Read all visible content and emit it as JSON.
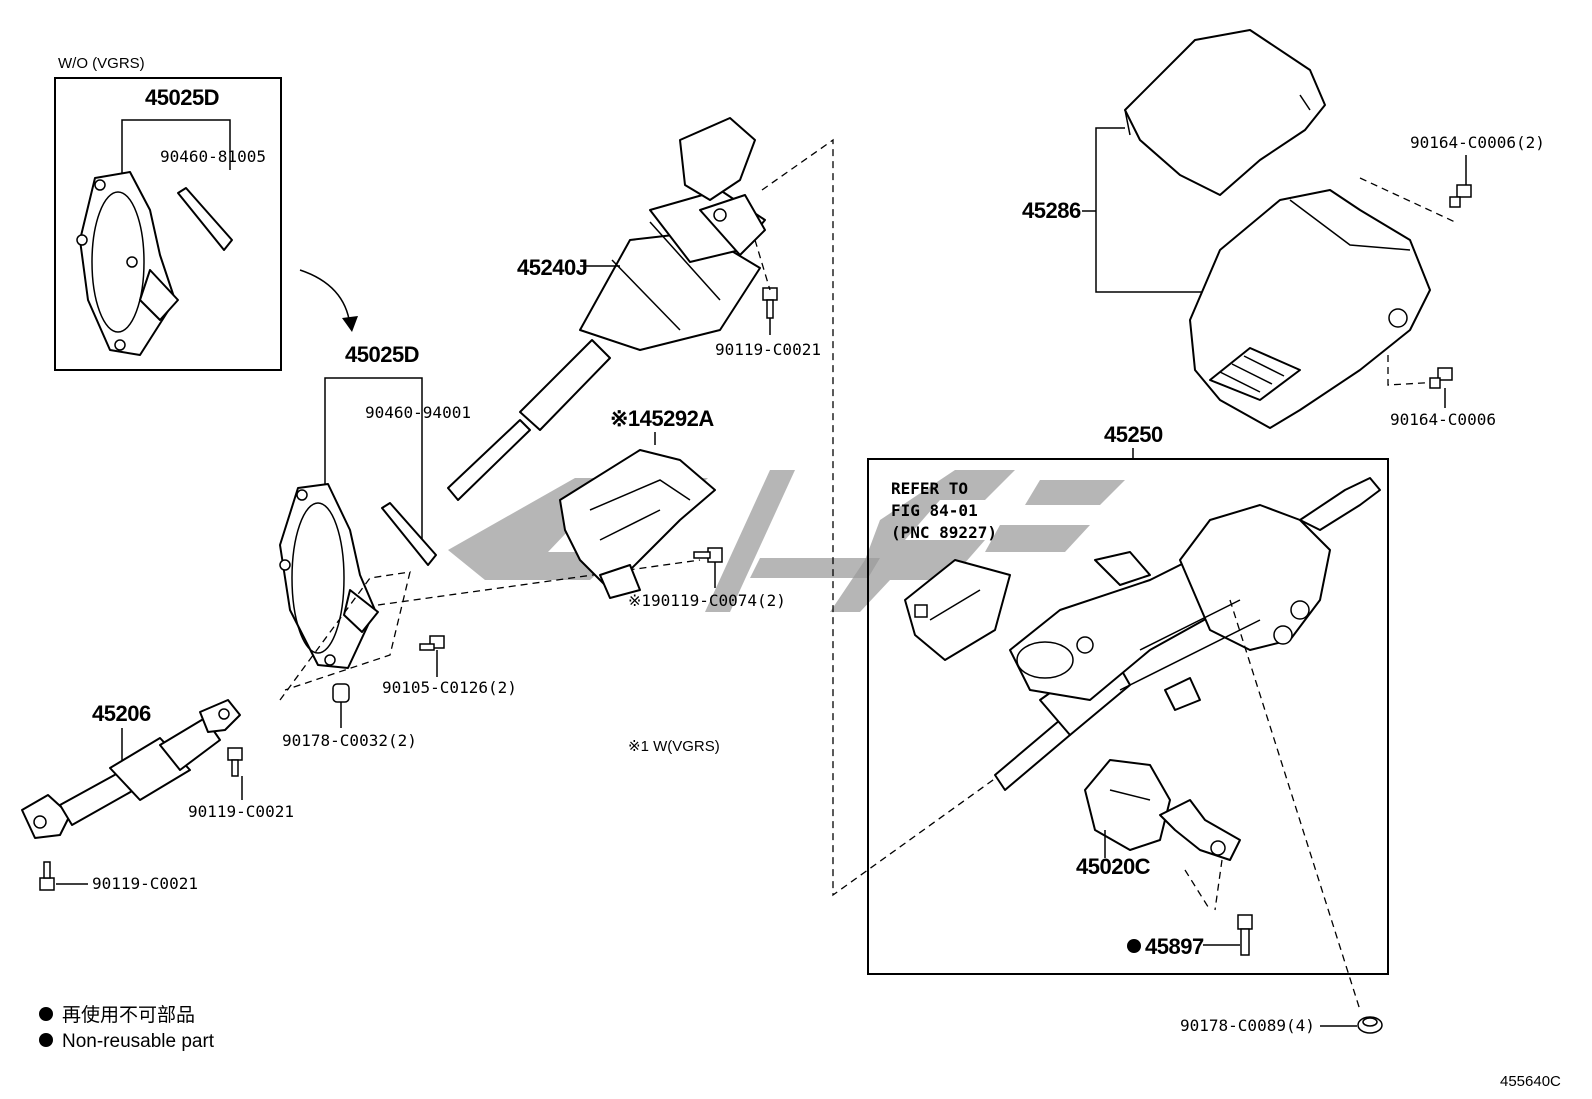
{
  "labels": {
    "wo_vgrs": "W/O (VGRS)",
    "p45025d_top": "45025D",
    "p90460_81005": "90460-81005",
    "p45025d_mid": "45025D",
    "p90460_94001": "90460-94001",
    "p45240j": "45240J",
    "p90119_c0021_a": "90119-C0021",
    "p45292a": "※145292A",
    "p90119_c0074": "※190119-C0074(2)",
    "p90105_c0126": "90105-C0126(2)",
    "p90178_c0032": "90178-C0032(2)",
    "w_vgrs_note": "※1 W(VGRS)",
    "p45206": "45206",
    "p90119_c0021_b": "90119-C0021",
    "p90119_c0021_c": "90119-C0021",
    "p45286": "45286",
    "p90164_c0006_2": "90164-C0006(2)",
    "p90164_c0006": "90164-C0006",
    "p45250": "45250",
    "refer_line1": "REFER TO",
    "refer_line2": "FIG 84-01",
    "refer_line3": "(PNC 89227)",
    "p45020c": "45020C",
    "p45897": "45897",
    "p90178_c0089": "90178-C0089(4)",
    "diagram_id": "455640C"
  },
  "legend": {
    "jp": "再使用不可部品",
    "en": "Non-reusable part"
  },
  "colors": {
    "line": "#000000",
    "watermark": "#9a9a9a",
    "background": "#ffffff"
  }
}
